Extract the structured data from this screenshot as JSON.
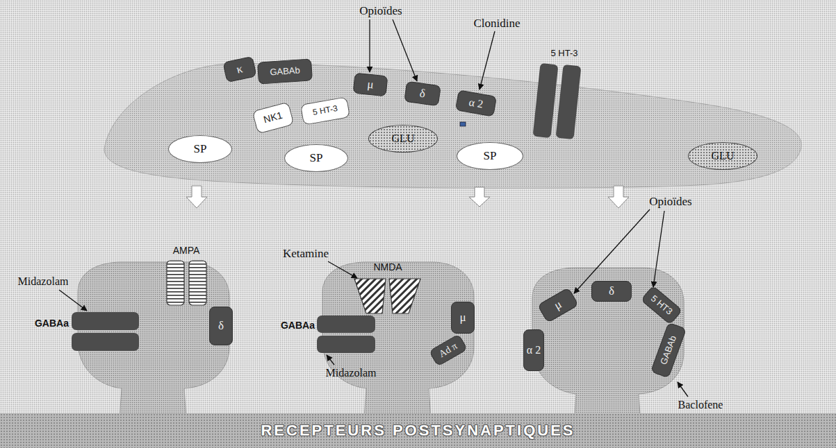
{
  "diagram": {
    "nodes": [
      {
        "text": [
          "κ"
        ]
      },
      {
        "text": [
          "GABAb"
        ]
      },
      {
        "text": [
          "μ"
        ]
      },
      {
        "text": [
          "δ"
        ]
      },
      {
        "text": [
          "α 2"
        ]
      },
      {
        "text": [
          "NK1"
        ]
      },
      {
        "text": [
          "5 HT-3"
        ]
      },
      {
        "text": [
          "SP"
        ]
      },
      {
        "text": [
          "SP"
        ]
      },
      {
        "text": [
          "GLU"
        ]
      },
      {
        "text": [
          "SP"
        ]
      },
      {
        "text": [
          "GLU"
        ]
      },
      {
        "text": [
          "δ"
        ]
      },
      {
        "text": [
          "μ"
        ]
      },
      {
        "text": [
          "Ad π"
        ]
      },
      {
        "text": [
          "μ"
        ]
      },
      {
        "text": [
          "δ"
        ]
      },
      {
        "text": [
          "5 HT3"
        ]
      },
      {
        "text": [
          "α 2"
        ]
      },
      {
        "text": [
          "GABAb"
        ]
      },
      {
        "text": [
          "RECEPTEURS POSTSYNAPTIQUES"
        ]
      }
    ],
    "labels": [
      "Opioïdes",
      "Clonidine",
      "5 HT-3",
      "Ketamine",
      "Opioïdes",
      "AMPA",
      "NMDA",
      "Midazolam",
      "GABAa",
      "GABAa",
      "Midazolam",
      "Baclofene"
    ]
  }
}
